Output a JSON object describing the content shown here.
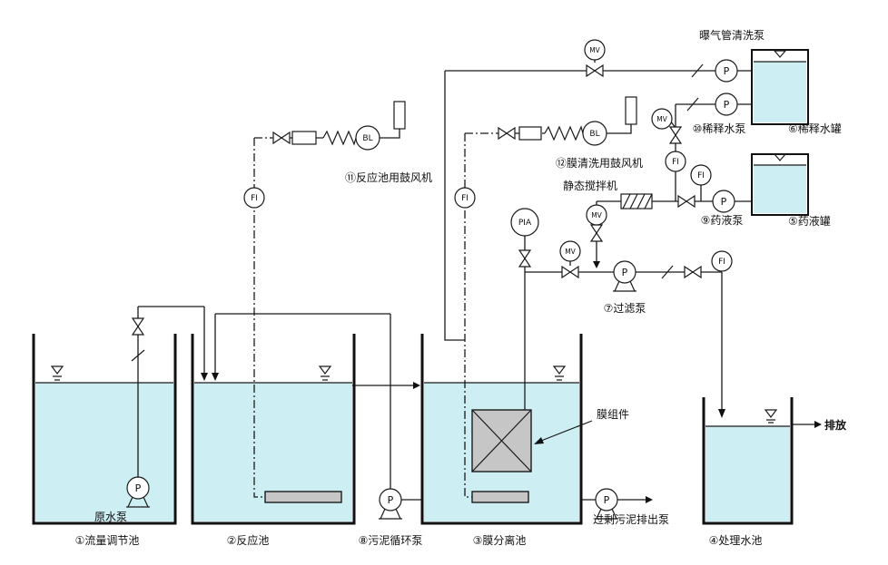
{
  "labels": {
    "flow_tank": "①流量调节池",
    "reaction_tank": "②反应池",
    "membrane_tank": "③膜分离池",
    "treated_tank": "④处理水池",
    "chemical_tank": "⑤药液罐",
    "dilution_tank": "⑥稀释水罐",
    "raw_pump": "原水泵",
    "filtration_pump": "⑦过滤泵",
    "sludge_pump": "⑧污泥循环泵",
    "chemical_pump": "⑨药液泵",
    "dilution_pump": "⑩稀释水泵",
    "excess_pump": "过剩污泥排出泵",
    "aeration_cleaning_pump": "曝气管清洗泵",
    "reaction_blower": "⑪反应池用鼓风机",
    "membrane_blower": "⑫膜清洗用鼓风机",
    "static_mixer": "静态搅拌机",
    "membrane_module": "膜组件",
    "discharge": "排放"
  },
  "symbols": {
    "pump": "P",
    "flow_indicator": "FI",
    "blower": "BL",
    "motor_valve": "MV",
    "pressure_indicator": "PIA"
  },
  "colors": {
    "water": "#cdeef2",
    "equipment_gray": "#c6c6c6",
    "line": "#1a1a1a"
  }
}
